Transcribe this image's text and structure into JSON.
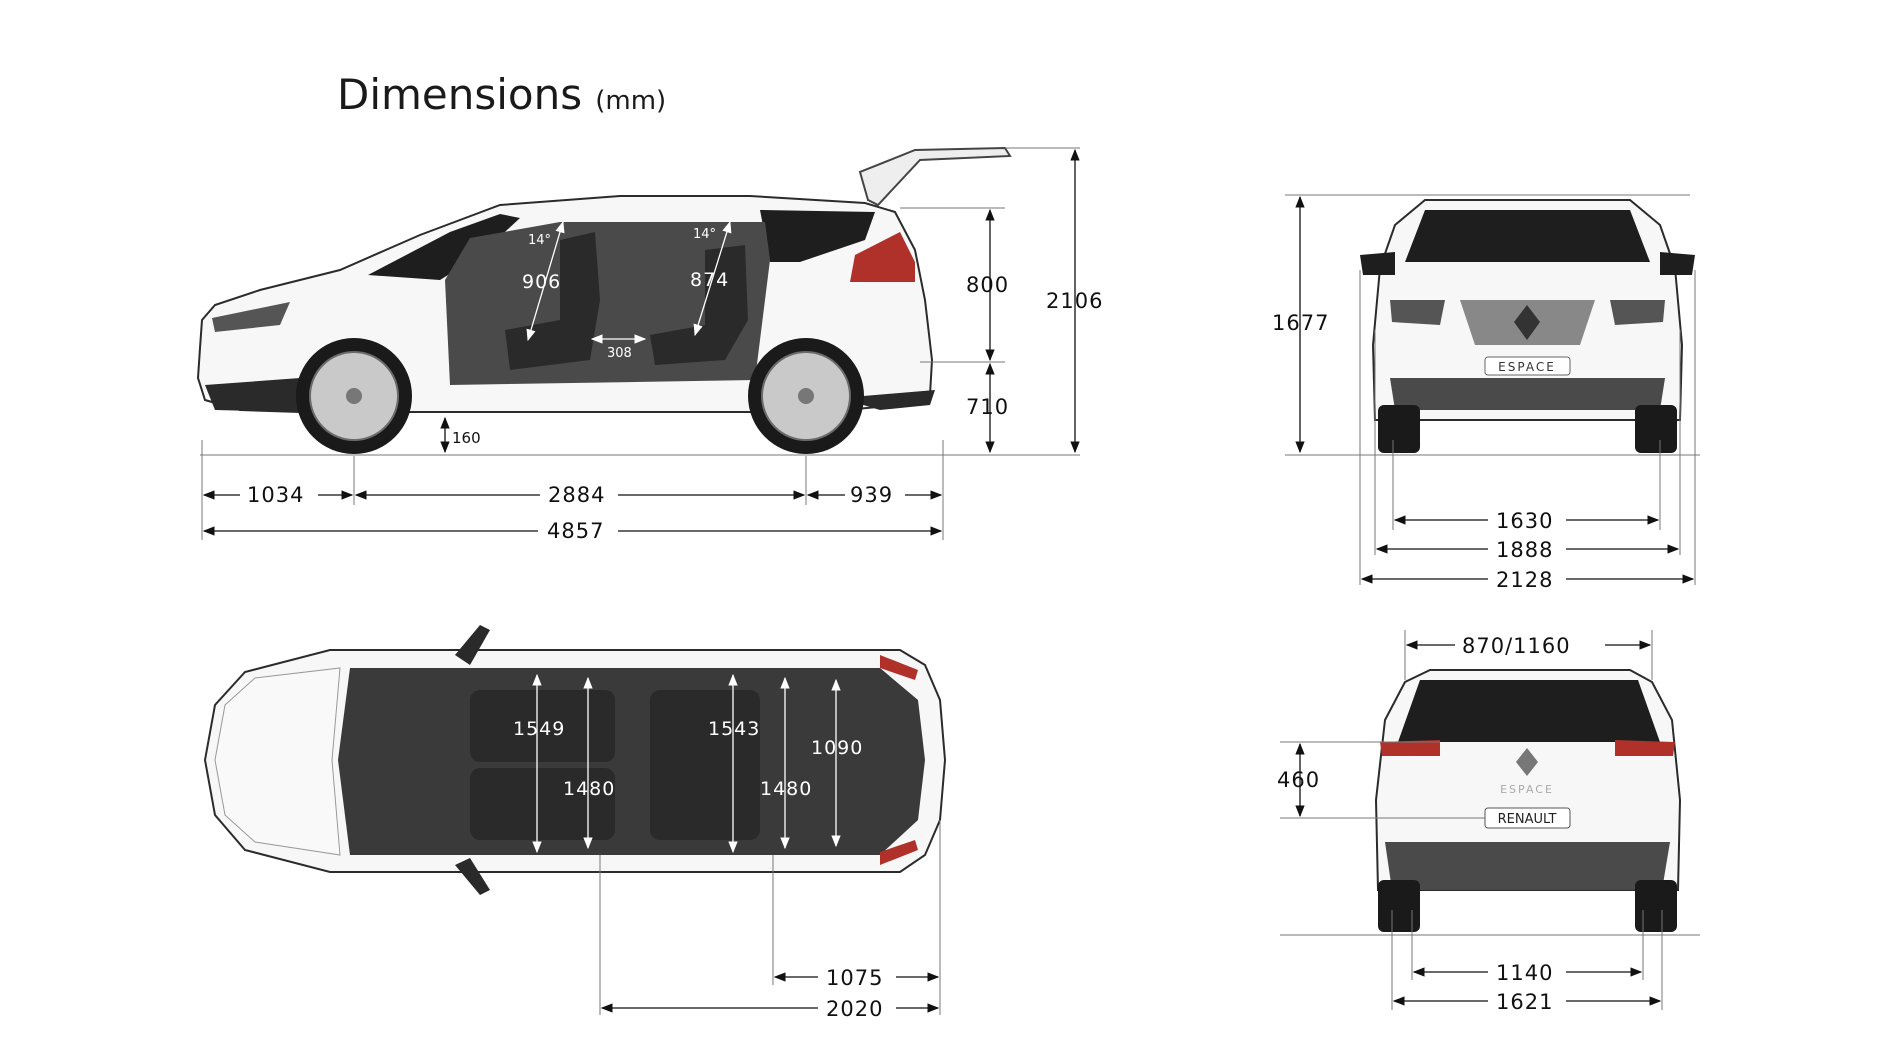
{
  "title": {
    "main": "Dimensions",
    "unit": "(mm)"
  },
  "side_view": {
    "seat_angle_front": "14°",
    "seat_angle_rear": "14°",
    "headroom_front": "906",
    "headroom_rear": "874",
    "seat_slide": "308",
    "ground_clearance": "160",
    "height_upper": "800",
    "height_lower": "710",
    "height_open_tailgate": "2106",
    "front_overhang": "1034",
    "wheelbase": "2884",
    "rear_overhang": "939",
    "overall_length": "4857"
  },
  "front_view": {
    "badge": "ESPACE",
    "height": "1677",
    "front_track": "1630",
    "width": "1888",
    "width_mirrors": "2128"
  },
  "top_view": {
    "front_row_shoulder": "1549",
    "front_row_hip": "1480",
    "second_row_shoulder": "1543",
    "second_row_hip": "1480",
    "boot_width": "1090",
    "boot_length": "1075",
    "load_length": "2020"
  },
  "rear_view": {
    "tailgate_opening": "870/1160",
    "sill_height": "460",
    "badge_rear": "ESPACE",
    "plate": "RENAULT",
    "rear_track_inner": "1140",
    "rear_track": "1621"
  }
}
